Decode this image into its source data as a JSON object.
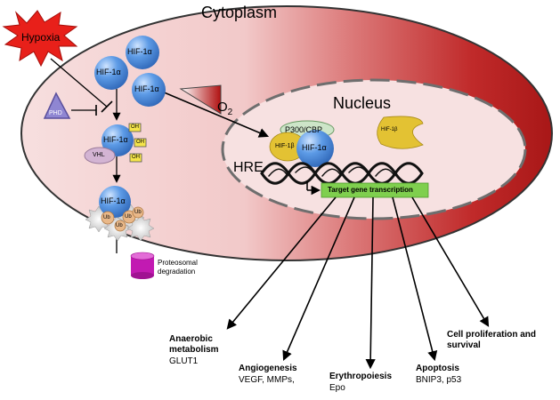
{
  "labels": {
    "cytoplasm": "Cytoplasm",
    "nucleus": "Nucleus",
    "hypoxia": "Hypoxia",
    "phd": "PHD",
    "vhl": "VHL",
    "oh": "OH",
    "ub": "Ub",
    "hif1a": "HIF-1α",
    "hif1b": "HIF-1β",
    "o2": "O",
    "o2_sub": "2",
    "p300": "P300/CBP",
    "hre": "HRE",
    "target": "Target gene transcription",
    "proteosomal_line1": "Proteosomal",
    "proteosomal_line2": "degradation"
  },
  "outcomes": {
    "anaerobic_title1": "Anaerobic",
    "anaerobic_title2": "metabolism",
    "anaerobic_genes": "GLUT1",
    "angiogenesis_title": "Angiogenesis",
    "angiogenesis_genes": "VEGF, MMPs,",
    "erythropoiesis_title": "Erythropoiesis",
    "erythropoiesis_genes": "Epo",
    "apoptosis_title": "Apoptosis",
    "apoptosis_genes": "BNIP3, p53",
    "proliferation_title1": "Cell proliferation and",
    "proliferation_title2": "survival"
  },
  "colors": {
    "cell_red": "#b51f1f",
    "nucleus_fill": "#f6dede",
    "hif_blue": "#4d8ee0",
    "hif1b_yellow": "#e3c233",
    "hypoxia_red": "#e8201a",
    "phd_purple": "#8f86d2",
    "target_green": "#7fcf4e",
    "proteasome_magenta": "#c21ab2"
  }
}
